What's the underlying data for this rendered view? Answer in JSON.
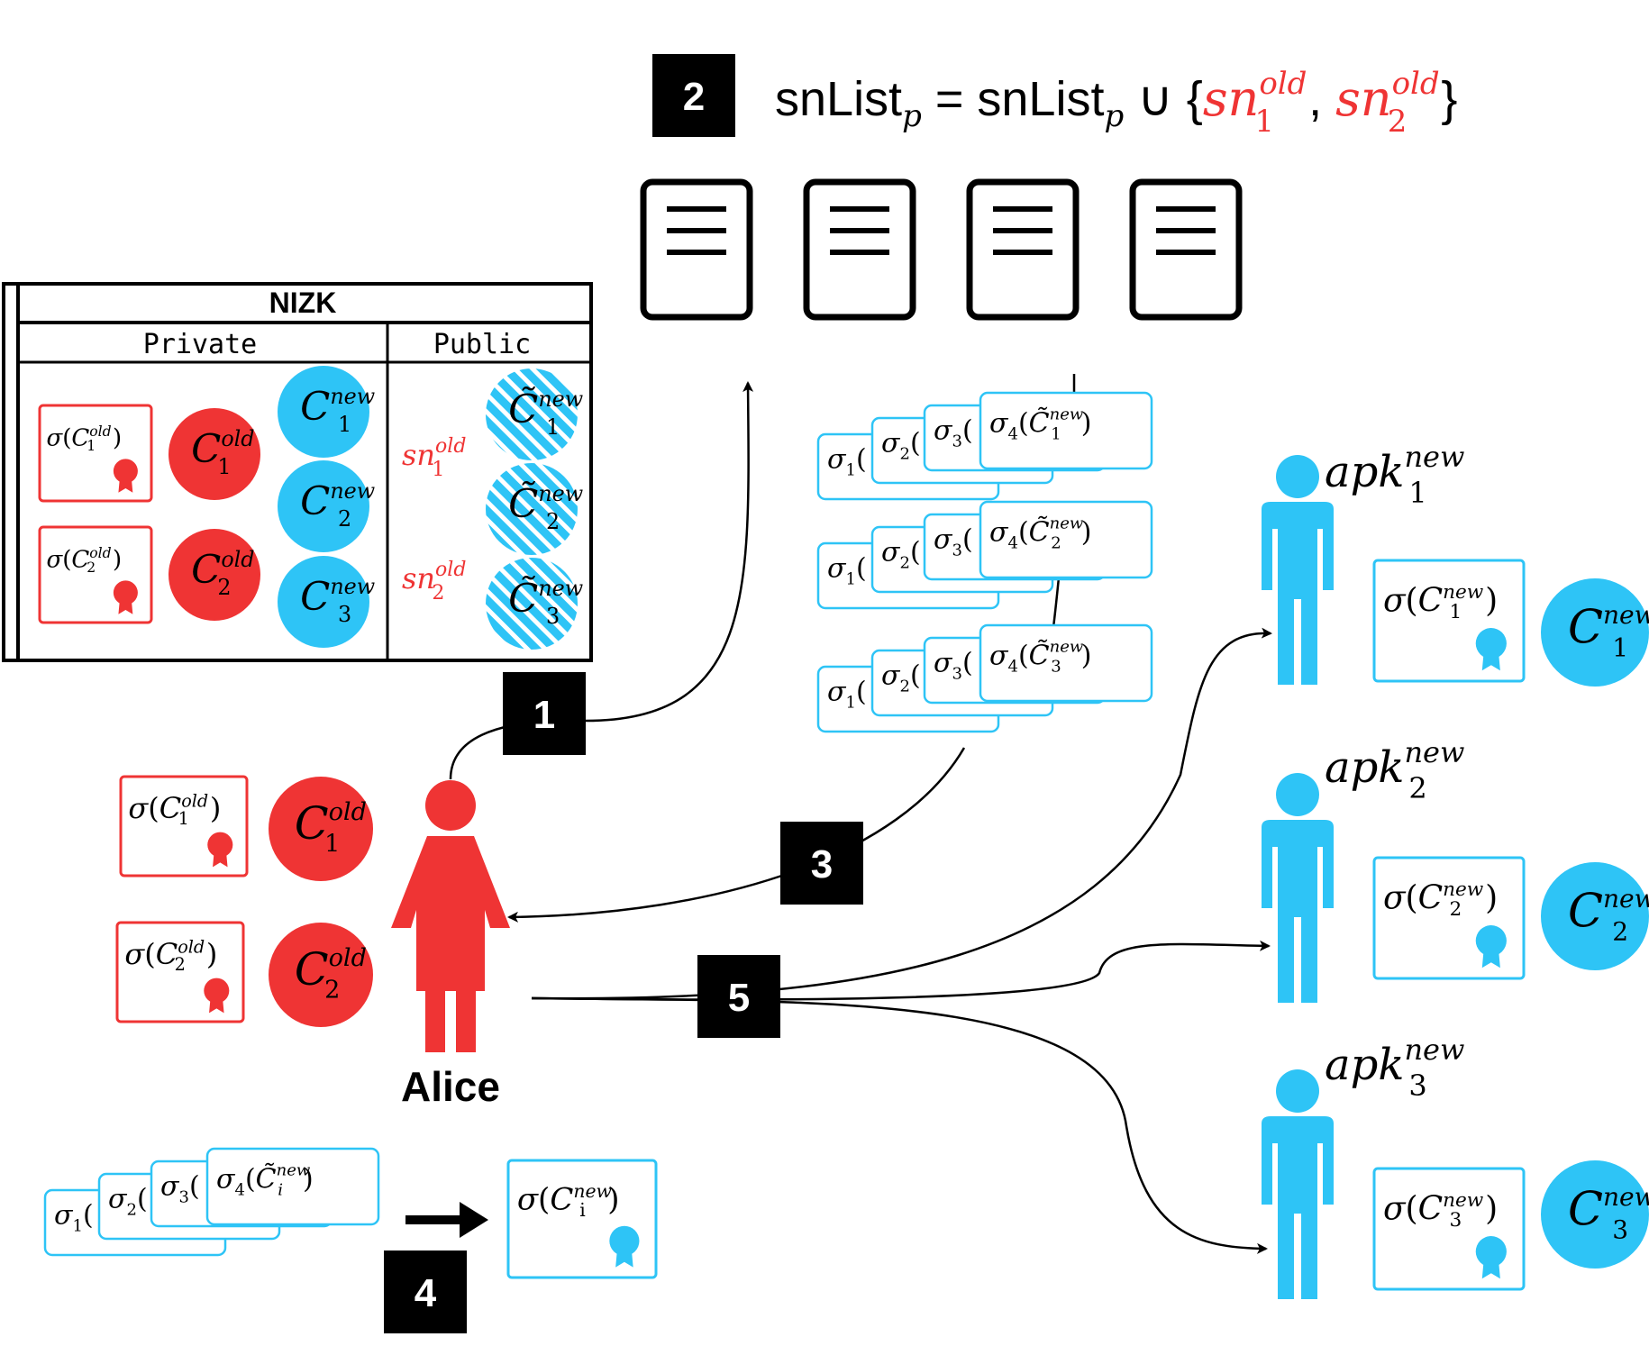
{
  "colors": {
    "red": "#ef3434",
    "blue": "#2ec4f6",
    "black": "#000000",
    "white": "#ffffff"
  },
  "header": {
    "list_name": "snList",
    "list_sub": "p",
    "equals": "=",
    "union": "∪",
    "sn": "sn",
    "old": "old",
    "idx1": "1",
    "idx2": "2"
  },
  "steps": {
    "s1": "1",
    "s2": "2",
    "s3": "3",
    "s4": "4",
    "s5": "5"
  },
  "nizk": {
    "title": "NIZK",
    "private_label": "Private",
    "public_label": "Public"
  },
  "symbols": {
    "sigma": "σ",
    "C": "C",
    "tilde_C": "C̃",
    "old": "old",
    "new": "new",
    "sn": "sn",
    "apk": "apk",
    "i": "i"
  },
  "alice": {
    "name": "Alice"
  },
  "servers": {
    "count": 4,
    "icon": "server-icon"
  },
  "receivers": {
    "icon": "person-icon",
    "indices": [
      "1",
      "2",
      "3"
    ]
  }
}
